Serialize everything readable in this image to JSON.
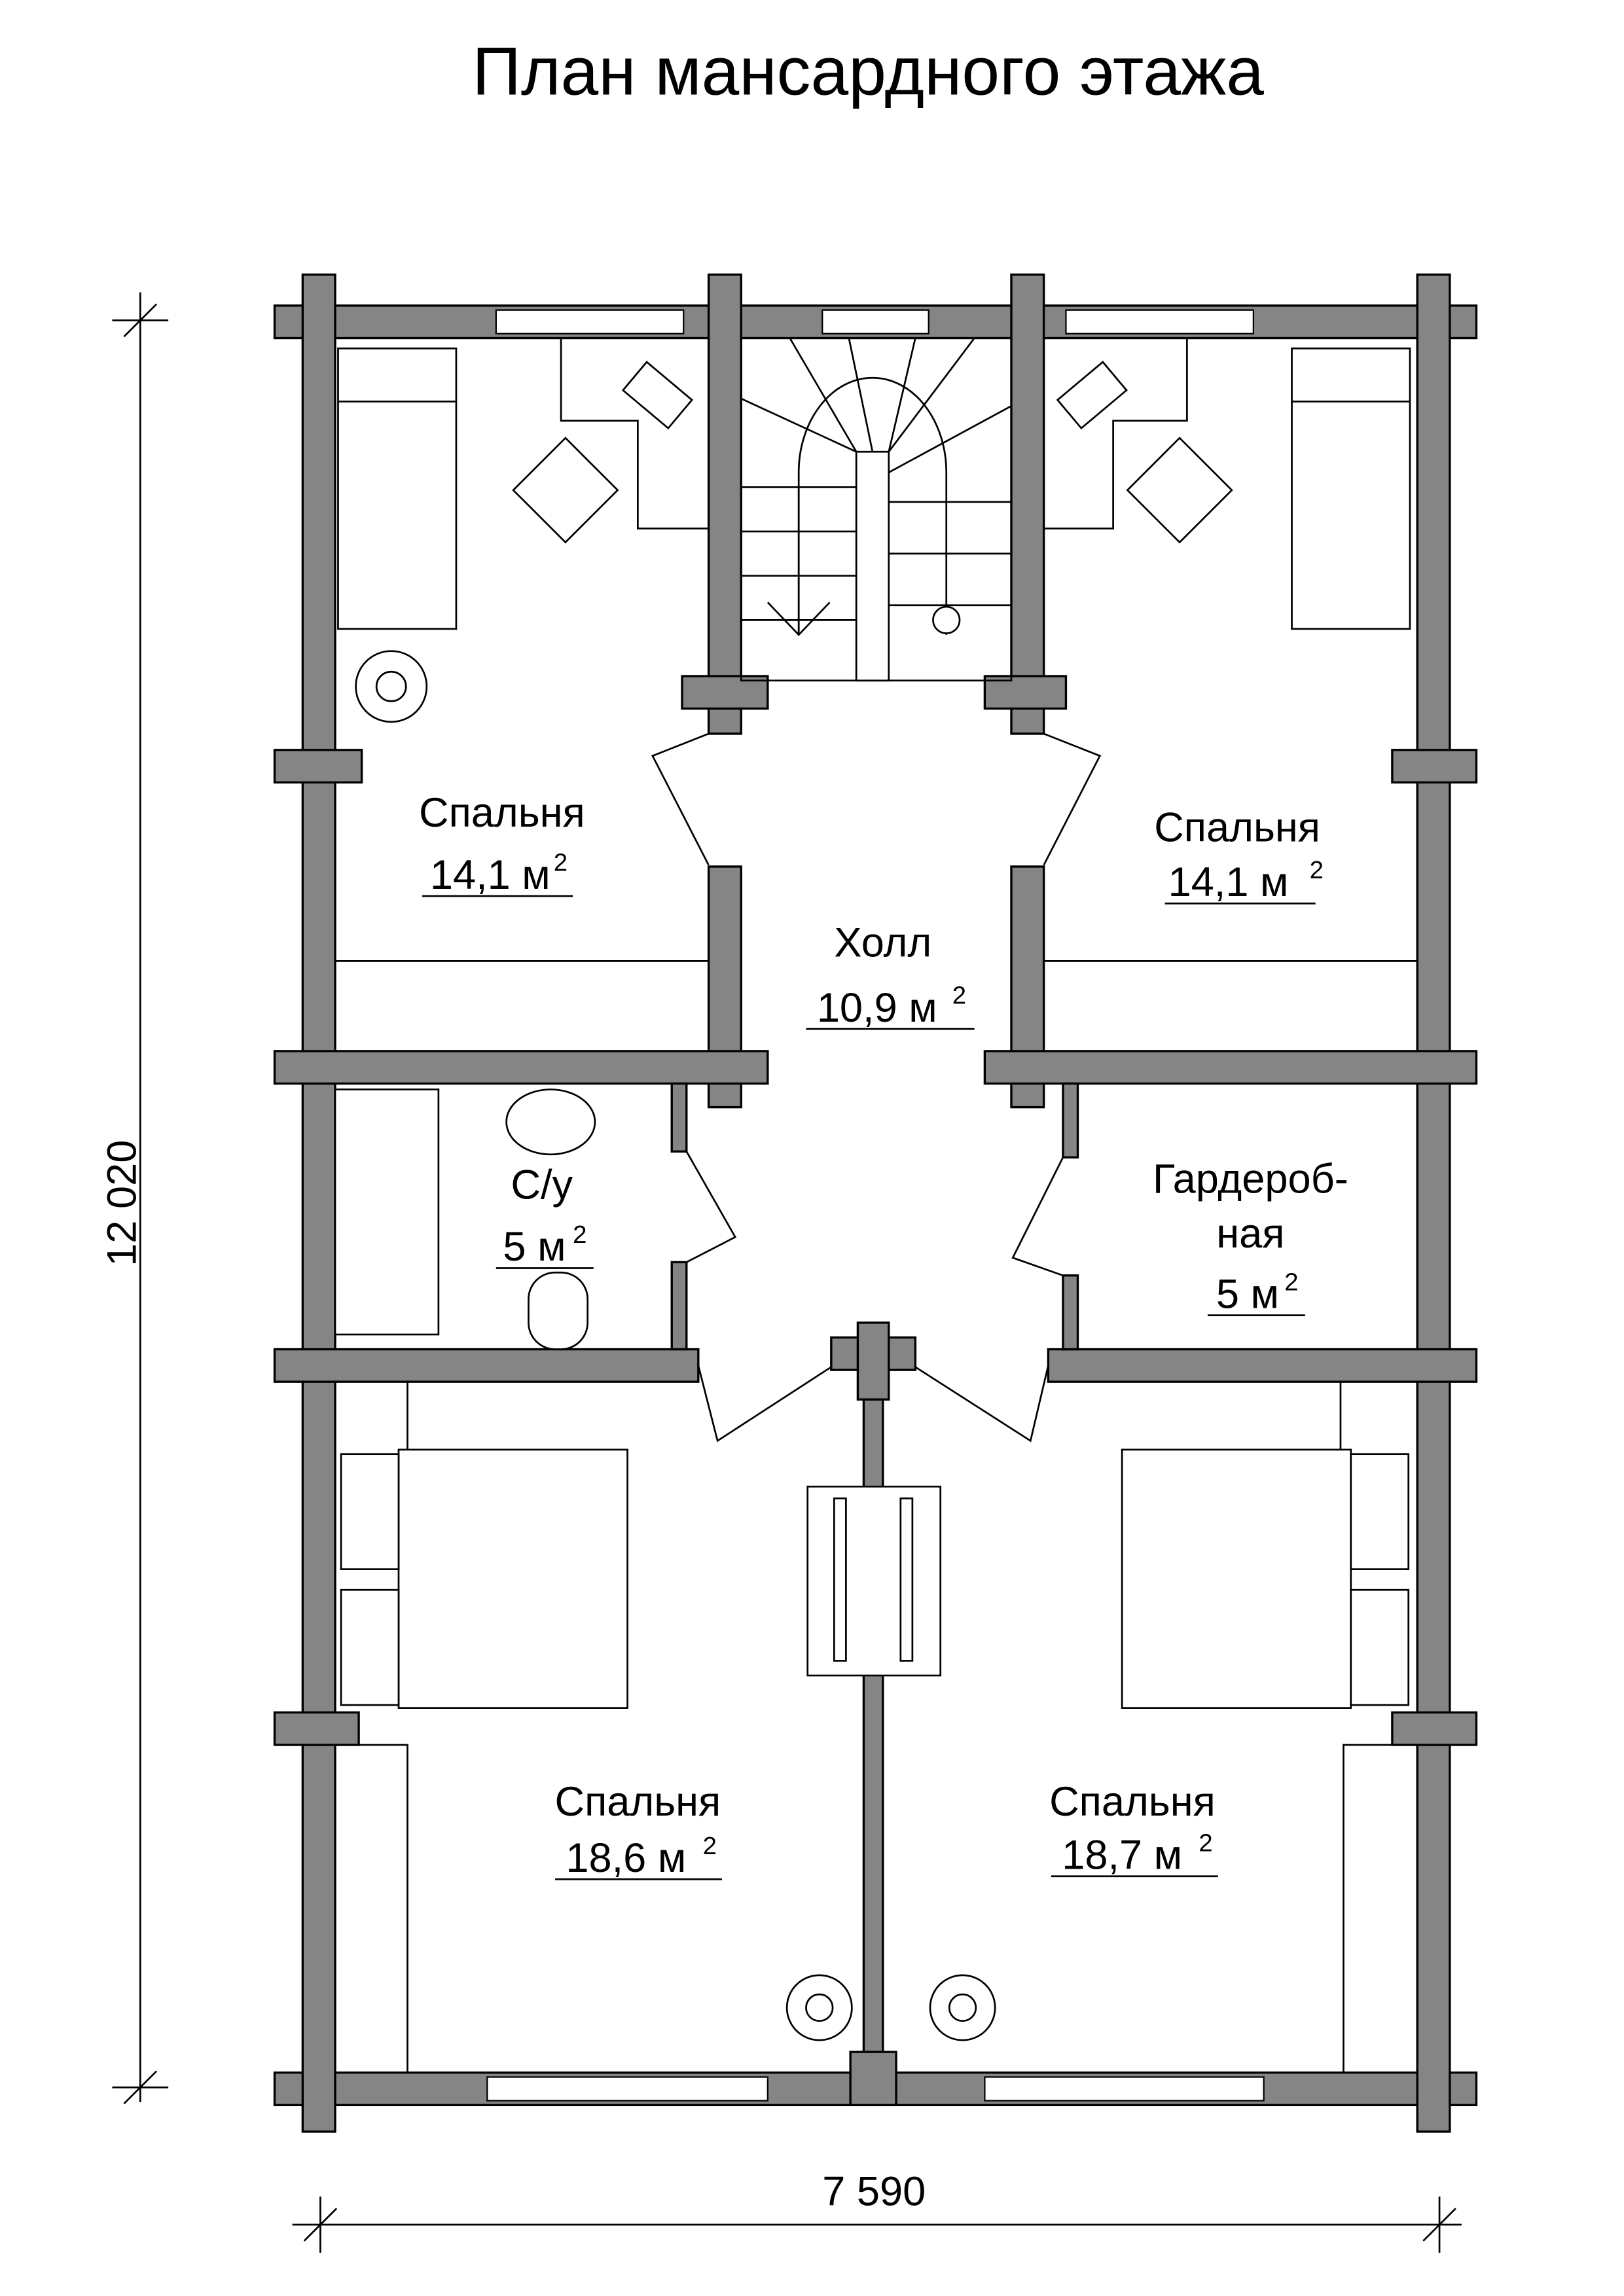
{
  "title": "План мансардного этажа",
  "dimensions": {
    "height": "12 020",
    "width": "7 590"
  },
  "rooms": [
    {
      "name": "Спальня",
      "area": "14,1 м",
      "power": "2"
    },
    {
      "name": "Спальня",
      "area": "14,1 м",
      "power": "2"
    },
    {
      "name": "Холл",
      "area": "10,9 м",
      "power": "2"
    },
    {
      "name": "С/у",
      "area": "5 м",
      "power": "2"
    },
    {
      "name_line1": "Гардероб-",
      "name_line2": "ная",
      "area": "5 м",
      "power": "2"
    },
    {
      "name": "Спальня",
      "area": "18,6 м",
      "power": "2"
    },
    {
      "name": "Спальня",
      "area": "18,7 м",
      "power": "2"
    }
  ],
  "colors": {
    "wall": "#858585"
  }
}
